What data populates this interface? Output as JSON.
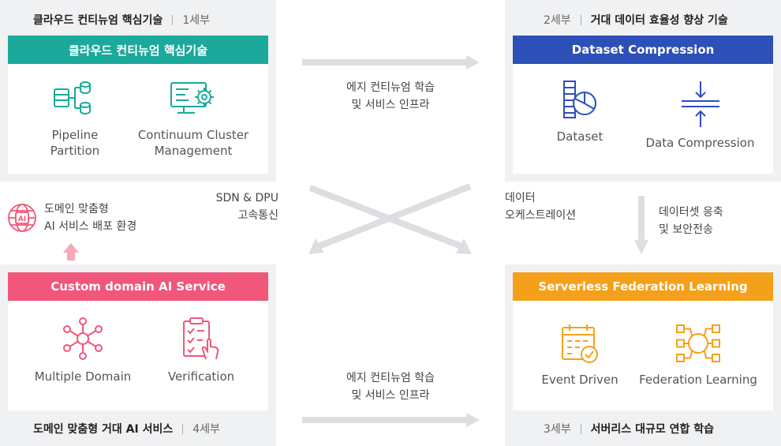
{
  "top_left": {
    "title": "클라우드 컨티뉴엄 핵심기술",
    "stage": "1세부",
    "bar": "클라우드 컨티뉴엄 핵심기술",
    "items": [
      "Pipeline\nPartition",
      "Continuum Cluster\nManagement"
    ]
  },
  "top_right": {
    "stage": "2세부",
    "title": "거대 데이터 효율성 향상 기술",
    "bar": "Dataset Compression",
    "items": [
      "Dataset",
      "Data Compression"
    ]
  },
  "bottom_left": {
    "title": "도메인 맞춤형 거대 AI 서비스",
    "stage": "4세부",
    "bar": "Custom domain AI Service",
    "items": [
      "Multiple Domain",
      "Verification"
    ]
  },
  "bottom_right": {
    "stage": "3세부",
    "title": "서버리스 대규모 연합 학습",
    "bar": "Serverless Federation Learning",
    "items": [
      "Event Driven",
      "Federation Learning"
    ]
  },
  "middle": {
    "top_arrow_label": "에지 컨티뉴엄 학습\n및 서비스 인프라",
    "bottom_arrow_label": "에지 컨티뉴엄 학습\n및 서비스 인프라",
    "sdn_label": "SDN & DPU\n고속통신",
    "orchestration_label": "데이터\n오케스트레이션",
    "compression_label": "데이터셋 응축\n및 보안전송",
    "ai_env_label": "도메인 맞춤형\nAI 서비스 배포 환경"
  },
  "colors": {
    "teal": "#1aa99a",
    "blue": "#2d4fb8",
    "pink": "#f0577a",
    "orange": "#f5a01b",
    "arrow": "#dcdee1",
    "pink_arrow": "#f7a9b6"
  },
  "icons": [
    "pipeline-partition-icon",
    "cluster-management-icon",
    "dataset-icon",
    "data-compression-icon",
    "network-icon",
    "verification-icon",
    "event-driven-icon",
    "federation-learning-icon",
    "ai-globe-icon"
  ]
}
